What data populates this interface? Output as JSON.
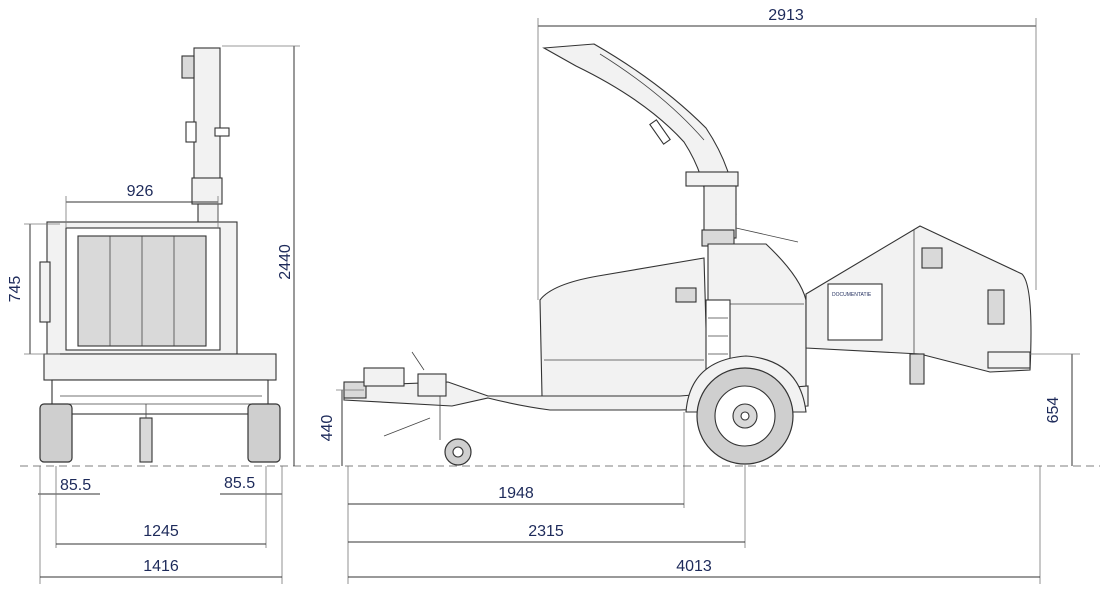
{
  "dimensions": {
    "overall_length_top": "2913",
    "front_width_upper": "926",
    "front_height_hopper": "745",
    "overall_height": "2440",
    "track_offset_left": "85.5",
    "track_offset_right": "85.5",
    "track_width": "1245",
    "overall_width": "1416",
    "drawbar_height": "440",
    "infeed_height": "654",
    "hitch_to_axle_a": "1948",
    "hitch_to_axle_b": "2315",
    "overall_length": "4013"
  },
  "labels": {
    "decal_text": "DOCUMENTATIE"
  },
  "colors": {
    "dimension_text": "#1d2a5a",
    "line": "#333333",
    "ground_line": "#999999"
  }
}
